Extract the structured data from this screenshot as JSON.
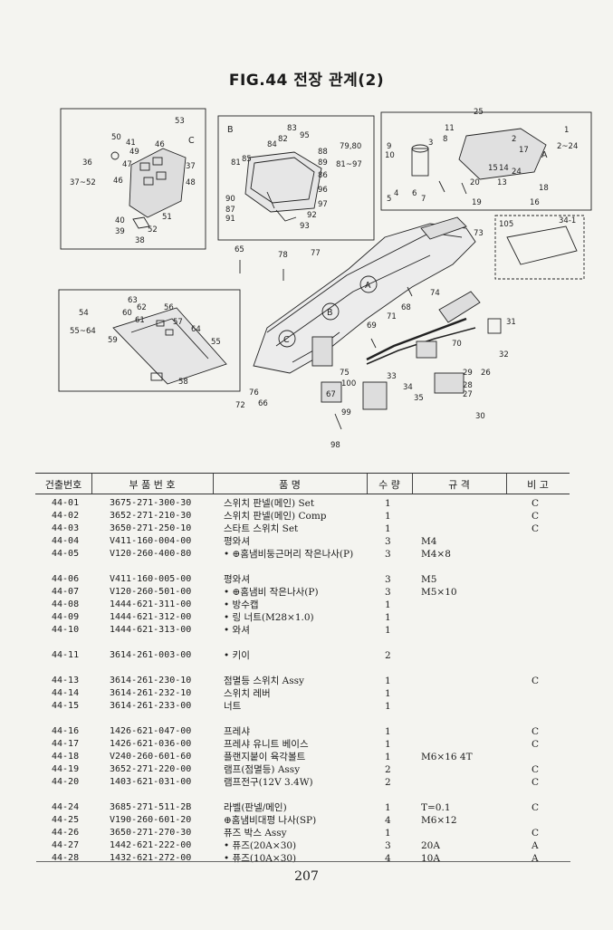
{
  "page": {
    "title": "FIG.44 전장 관계(2)",
    "page_number": "207"
  },
  "diagram": {
    "panel_labels": [
      "A",
      "B",
      "C"
    ],
    "callouts": [
      "53",
      "50",
      "41",
      "49",
      "46",
      "C",
      "36",
      "37~52",
      "47",
      "37",
      "48",
      "46",
      "40",
      "39",
      "52",
      "38",
      "51",
      "83",
      "95",
      "84",
      "82",
      "88",
      "89",
      "86",
      "79,80",
      "81~97",
      "81",
      "85",
      "90",
      "87",
      "91",
      "96",
      "97",
      "92",
      "93",
      "25",
      "11",
      "1",
      "2~24",
      "3",
      "8",
      "2",
      "A",
      "9",
      "10",
      "17",
      "18",
      "16",
      "19",
      "13",
      "15",
      "14",
      "24",
      "20",
      "4",
      "6",
      "7",
      "5",
      "105",
      "34-1",
      "73",
      "65",
      "78",
      "77",
      "A",
      "74",
      "B",
      "C",
      "69",
      "68",
      "70",
      "31",
      "32",
      "54",
      "55~64",
      "63",
      "62",
      "60",
      "56",
      "61",
      "57",
      "64",
      "55",
      "59",
      "58",
      "75",
      "100",
      "67",
      "76",
      "66",
      "72",
      "71",
      "33",
      "34",
      "35",
      "29",
      "26",
      "28",
      "27",
      "30",
      "98",
      "99"
    ]
  },
  "table": {
    "headers": [
      "건출번호",
      "부 품 번 호",
      "품 명",
      "수 량",
      "규 격",
      "비 고"
    ],
    "rows": [
      {
        "no": "44-01",
        "part": "3675-271-300-30",
        "name": "스위치 판넬(메인) Set",
        "qty": "1",
        "spec": "",
        "note": "C"
      },
      {
        "no": "44-02",
        "part": "3652-271-210-30",
        "name": "스위치 판넬(메인) Comp",
        "qty": "1",
        "spec": "",
        "note": "C"
      },
      {
        "no": "44-03",
        "part": "3650-271-250-10",
        "name": "스타트 스위치 Set",
        "qty": "1",
        "spec": "",
        "note": "C"
      },
      {
        "no": "44-04",
        "part": "V411-160-004-00",
        "name": "평와셔",
        "qty": "3",
        "spec": "M4",
        "note": ""
      },
      {
        "no": "44-05",
        "part": "V120-260-400-80",
        "name": "• ⊕홈냄비둥근머리 작은나사(P)",
        "qty": "3",
        "spec": "M4×8",
        "note": ""
      },
      {
        "no": "44-06",
        "part": "V411-160-005-00",
        "name": "평와셔",
        "qty": "3",
        "spec": "M5",
        "note": ""
      },
      {
        "no": "44-07",
        "part": "V120-260-501-00",
        "name": "• ⊕홈냄비 작은나사(P)",
        "qty": "3",
        "spec": "M5×10",
        "note": ""
      },
      {
        "no": "44-08",
        "part": "1444-621-311-00",
        "name": "• 방수캡",
        "qty": "1",
        "spec": "",
        "note": ""
      },
      {
        "no": "44-09",
        "part": "1444-621-312-00",
        "name": "• 링 너트(M28×1.0)",
        "qty": "1",
        "spec": "",
        "note": ""
      },
      {
        "no": "44-10",
        "part": "1444-621-313-00",
        "name": "• 와셔",
        "qty": "1",
        "spec": "",
        "note": ""
      },
      {
        "no": "44-11",
        "part": "3614-261-003-00",
        "name": "• 키이",
        "qty": "2",
        "spec": "",
        "note": ""
      },
      {
        "no": "44-13",
        "part": "3614-261-230-10",
        "name": "점멸등 스위치 Assy",
        "qty": "1",
        "spec": "",
        "note": "C"
      },
      {
        "no": "44-14",
        "part": "3614-261-232-10",
        "name": "스위치 레버",
        "qty": "1",
        "spec": "",
        "note": ""
      },
      {
        "no": "44-15",
        "part": "3614-261-233-00",
        "name": "너트",
        "qty": "1",
        "spec": "",
        "note": ""
      },
      {
        "no": "44-16",
        "part": "1426-621-047-00",
        "name": "프레샤",
        "qty": "1",
        "spec": "",
        "note": "C"
      },
      {
        "no": "44-17",
        "part": "1426-621-036-00",
        "name": "프레샤 유니트 베이스",
        "qty": "1",
        "spec": "",
        "note": "C"
      },
      {
        "no": "44-18",
        "part": "V240-260-601-60",
        "name": "플랜지붙이 육각볼트",
        "qty": "1",
        "spec": "M6×16 4T",
        "note": ""
      },
      {
        "no": "44-19",
        "part": "3652-271-220-00",
        "name": "램프(점멸등) Assy",
        "qty": "2",
        "spec": "",
        "note": "C"
      },
      {
        "no": "44-20",
        "part": "1403-621-031-00",
        "name": "램프전구(12V 3.4W)",
        "qty": "2",
        "spec": "",
        "note": "C"
      },
      {
        "no": "44-24",
        "part": "3685-271-511-2B",
        "name": "라벨(판넬/메인)",
        "qty": "1",
        "spec": "T=0.1",
        "note": "C"
      },
      {
        "no": "44-25",
        "part": "V190-260-601-20",
        "name": "⊕홈냄비대평 나사(SP)",
        "qty": "4",
        "spec": "M6×12",
        "note": ""
      },
      {
        "no": "44-26",
        "part": "3650-271-270-30",
        "name": "퓨즈 박스 Assy",
        "qty": "1",
        "spec": "",
        "note": "C"
      },
      {
        "no": "44-27",
        "part": "1442-621-222-00",
        "name": "• 퓨즈(20A×30)",
        "qty": "3",
        "spec": "20A",
        "note": "A"
      },
      {
        "no": "44-28",
        "part": "1432-621-272-00",
        "name": "• 퓨즈(10A×30)",
        "qty": "4",
        "spec": "10A",
        "note": "A"
      }
    ]
  }
}
